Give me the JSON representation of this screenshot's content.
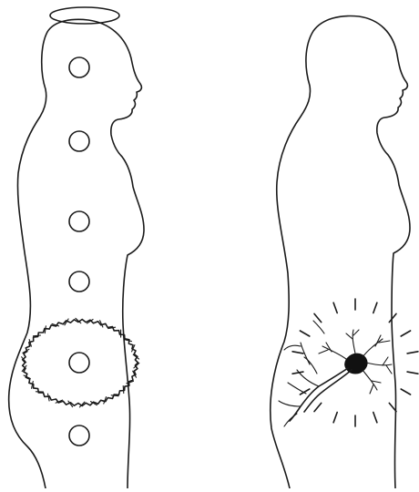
{
  "figures": [
    {
      "id": "left",
      "depicts": "female-silhouette-profile",
      "halo": true,
      "circle_count": 6,
      "highlighted_circle_index": 4
    },
    {
      "id": "right",
      "depicts": "female-silhouette-profile",
      "nerve_cell": true,
      "radiating_rays": true
    }
  ],
  "colors": {
    "ink": "#1a1a1a",
    "background": "#ffffff"
  },
  "icons": {
    "halo": "halo-icon",
    "energy_center": "circle-icon",
    "neuron": "neuron-icon"
  }
}
